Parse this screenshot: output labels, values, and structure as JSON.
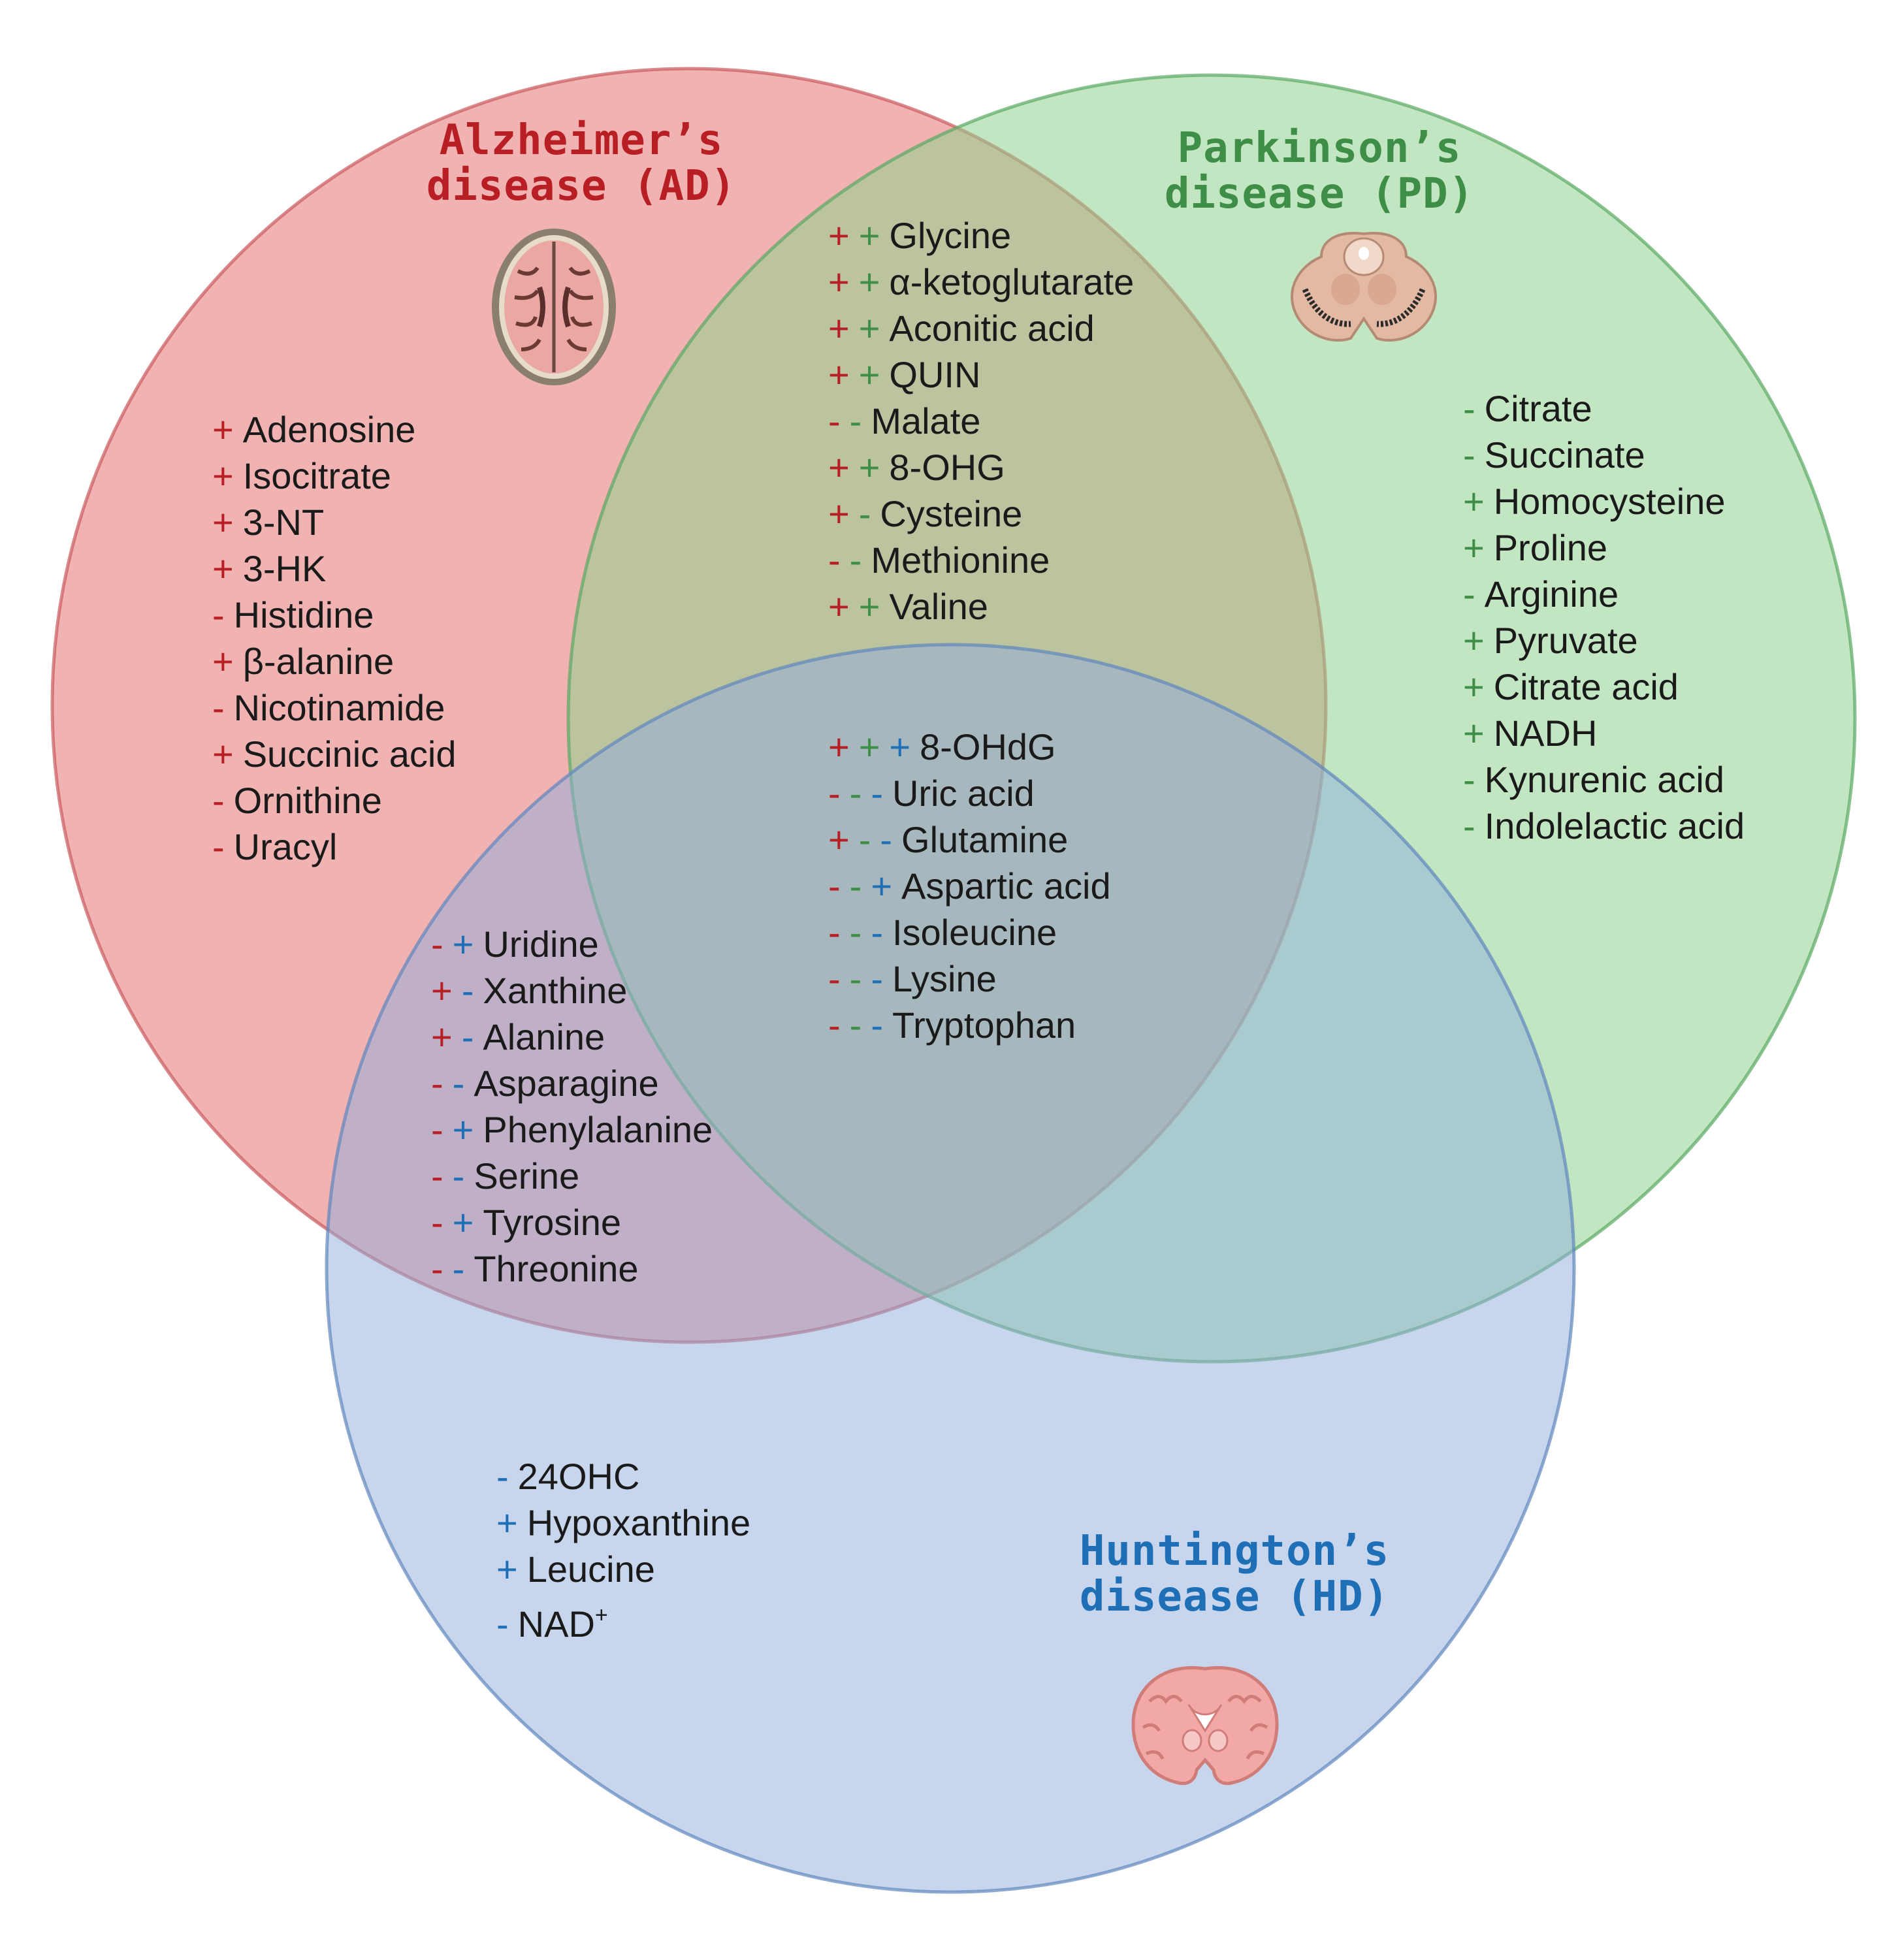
{
  "colors": {
    "ad": "#b81f24",
    "pd": "#3e8e47",
    "hd": "#1f6fb7",
    "ad_fill": "#e57373",
    "pd_fill": "#8fd18f",
    "hd_fill": "#8faedc"
  },
  "diseases": {
    "ad": {
      "title_line1": "Alzheimer’s",
      "title_line2": "disease (AD)",
      "icon": "brain-axial-icon"
    },
    "pd": {
      "title_line1": "Parkinson’s",
      "title_line2": "disease (PD)",
      "icon": "brainstem-icon"
    },
    "hd": {
      "title_line1": "Huntington’s",
      "title_line2": "disease (HD)",
      "icon": "brain-coronal-icon"
    }
  },
  "regions": {
    "ad_only": [
      {
        "signs": [
          {
            "s": "+",
            "c": "ad"
          }
        ],
        "name": "Adenosine"
      },
      {
        "signs": [
          {
            "s": "+",
            "c": "ad"
          }
        ],
        "name": "Isocitrate"
      },
      {
        "signs": [
          {
            "s": "+",
            "c": "ad"
          }
        ],
        "name": "3-NT"
      },
      {
        "signs": [
          {
            "s": "+",
            "c": "ad"
          }
        ],
        "name": "3-HK"
      },
      {
        "signs": [
          {
            "s": "-",
            "c": "ad"
          }
        ],
        "name": "Histidine"
      },
      {
        "signs": [
          {
            "s": "+",
            "c": "ad"
          }
        ],
        "name": "β-alanine"
      },
      {
        "signs": [
          {
            "s": "-",
            "c": "ad"
          }
        ],
        "name": "Nicotinamide"
      },
      {
        "signs": [
          {
            "s": "+",
            "c": "ad"
          }
        ],
        "name": "Succinic acid"
      },
      {
        "signs": [
          {
            "s": "-",
            "c": "ad"
          }
        ],
        "name": "Ornithine"
      },
      {
        "signs": [
          {
            "s": "-",
            "c": "ad"
          }
        ],
        "name": "Uracyl"
      }
    ],
    "ad_pd": [
      {
        "signs": [
          {
            "s": "+",
            "c": "ad"
          },
          {
            "s": "+",
            "c": "pd"
          }
        ],
        "name": "Glycine"
      },
      {
        "signs": [
          {
            "s": "+",
            "c": "ad"
          },
          {
            "s": "+",
            "c": "pd"
          }
        ],
        "name": "α-ketoglutarate"
      },
      {
        "signs": [
          {
            "s": "+",
            "c": "ad"
          },
          {
            "s": "+",
            "c": "pd"
          }
        ],
        "name": "Aconitic acid"
      },
      {
        "signs": [
          {
            "s": "+",
            "c": "ad"
          },
          {
            "s": "+",
            "c": "pd"
          }
        ],
        "name": "QUIN"
      },
      {
        "signs": [
          {
            "s": "-",
            "c": "ad"
          },
          {
            "s": "-",
            "c": "pd"
          }
        ],
        "name": "Malate"
      },
      {
        "signs": [
          {
            "s": "+",
            "c": "ad"
          },
          {
            "s": "+",
            "c": "pd"
          }
        ],
        "name": "8-OHG"
      },
      {
        "signs": [
          {
            "s": "+",
            "c": "ad"
          },
          {
            "s": "-",
            "c": "pd"
          }
        ],
        "name": "Cysteine"
      },
      {
        "signs": [
          {
            "s": "-",
            "c": "ad"
          },
          {
            "s": "-",
            "c": "pd"
          }
        ],
        "name": "Methionine"
      },
      {
        "signs": [
          {
            "s": "+",
            "c": "ad"
          },
          {
            "s": "+",
            "c": "pd"
          }
        ],
        "name": "Valine"
      }
    ],
    "pd_only": [
      {
        "signs": [
          {
            "s": "-",
            "c": "pd"
          }
        ],
        "name": "Citrate"
      },
      {
        "signs": [
          {
            "s": "-",
            "c": "pd"
          }
        ],
        "name": "Succinate"
      },
      {
        "signs": [
          {
            "s": "+",
            "c": "pd"
          }
        ],
        "name": "Homocysteine"
      },
      {
        "signs": [
          {
            "s": "+",
            "c": "pd"
          }
        ],
        "name": "Proline"
      },
      {
        "signs": [
          {
            "s": "-",
            "c": "pd"
          }
        ],
        "name": "Arginine"
      },
      {
        "signs": [
          {
            "s": "+",
            "c": "pd"
          }
        ],
        "name": "Pyruvate"
      },
      {
        "signs": [
          {
            "s": "+",
            "c": "pd"
          }
        ],
        "name": "Citrate acid"
      },
      {
        "signs": [
          {
            "s": "+",
            "c": "pd"
          }
        ],
        "name": "NADH"
      },
      {
        "signs": [
          {
            "s": "-",
            "c": "pd"
          }
        ],
        "name": "Kynurenic acid"
      },
      {
        "signs": [
          {
            "s": "-",
            "c": "pd"
          }
        ],
        "name": "Indolelactic acid"
      }
    ],
    "all_three": [
      {
        "signs": [
          {
            "s": "+",
            "c": "ad"
          },
          {
            "s": "+",
            "c": "pd"
          },
          {
            "s": "+",
            "c": "hd"
          }
        ],
        "name": "8-OHdG"
      },
      {
        "signs": [
          {
            "s": "-",
            "c": "ad"
          },
          {
            "s": "-",
            "c": "pd"
          },
          {
            "s": "-",
            "c": "hd"
          }
        ],
        "name": "Uric acid"
      },
      {
        "signs": [
          {
            "s": "+",
            "c": "ad"
          },
          {
            "s": "-",
            "c": "pd"
          },
          {
            "s": "-",
            "c": "hd"
          }
        ],
        "name": "Glutamine"
      },
      {
        "signs": [
          {
            "s": "-",
            "c": "ad"
          },
          {
            "s": "-",
            "c": "pd"
          },
          {
            "s": "+",
            "c": "hd"
          }
        ],
        "name": "Aspartic acid"
      },
      {
        "signs": [
          {
            "s": "-",
            "c": "ad"
          },
          {
            "s": "-",
            "c": "pd"
          },
          {
            "s": "-",
            "c": "hd"
          }
        ],
        "name": "Isoleucine"
      },
      {
        "signs": [
          {
            "s": "-",
            "c": "ad"
          },
          {
            "s": "-",
            "c": "pd"
          },
          {
            "s": "-",
            "c": "hd"
          }
        ],
        "name": "Lysine"
      },
      {
        "signs": [
          {
            "s": "-",
            "c": "ad"
          },
          {
            "s": "-",
            "c": "pd"
          },
          {
            "s": "-",
            "c": "hd"
          }
        ],
        "name": "Tryptophan"
      }
    ],
    "ad_hd": [
      {
        "signs": [
          {
            "s": "-",
            "c": "ad"
          },
          {
            "s": "+",
            "c": "hd"
          }
        ],
        "name": "Uridine"
      },
      {
        "signs": [
          {
            "s": "+",
            "c": "ad"
          },
          {
            "s": "-",
            "c": "hd"
          }
        ],
        "name": "Xanthine"
      },
      {
        "signs": [
          {
            "s": "+",
            "c": "ad"
          },
          {
            "s": "-",
            "c": "hd"
          }
        ],
        "name": "Alanine"
      },
      {
        "signs": [
          {
            "s": "-",
            "c": "ad"
          },
          {
            "s": "-",
            "c": "hd"
          }
        ],
        "name": "Asparagine"
      },
      {
        "signs": [
          {
            "s": "-",
            "c": "ad"
          },
          {
            "s": "+",
            "c": "hd"
          }
        ],
        "name": "Phenylalanine"
      },
      {
        "signs": [
          {
            "s": "-",
            "c": "ad"
          },
          {
            "s": "-",
            "c": "hd"
          }
        ],
        "name": "Serine"
      },
      {
        "signs": [
          {
            "s": "-",
            "c": "ad"
          },
          {
            "s": "+",
            "c": "hd"
          }
        ],
        "name": "Tyrosine"
      },
      {
        "signs": [
          {
            "s": "-",
            "c": "ad"
          },
          {
            "s": "-",
            "c": "hd"
          }
        ],
        "name": "Threonine"
      }
    ],
    "hd_only": [
      {
        "signs": [
          {
            "s": "-",
            "c": "hd"
          }
        ],
        "name": "24OHC"
      },
      {
        "signs": [
          {
            "s": "+",
            "c": "hd"
          }
        ],
        "name": "Hypoxanthine"
      },
      {
        "signs": [
          {
            "s": "+",
            "c": "hd"
          }
        ],
        "name": "Leucine"
      },
      {
        "signs": [
          {
            "s": "-",
            "c": "hd"
          }
        ],
        "name": "NAD",
        "sup": "+"
      }
    ]
  }
}
